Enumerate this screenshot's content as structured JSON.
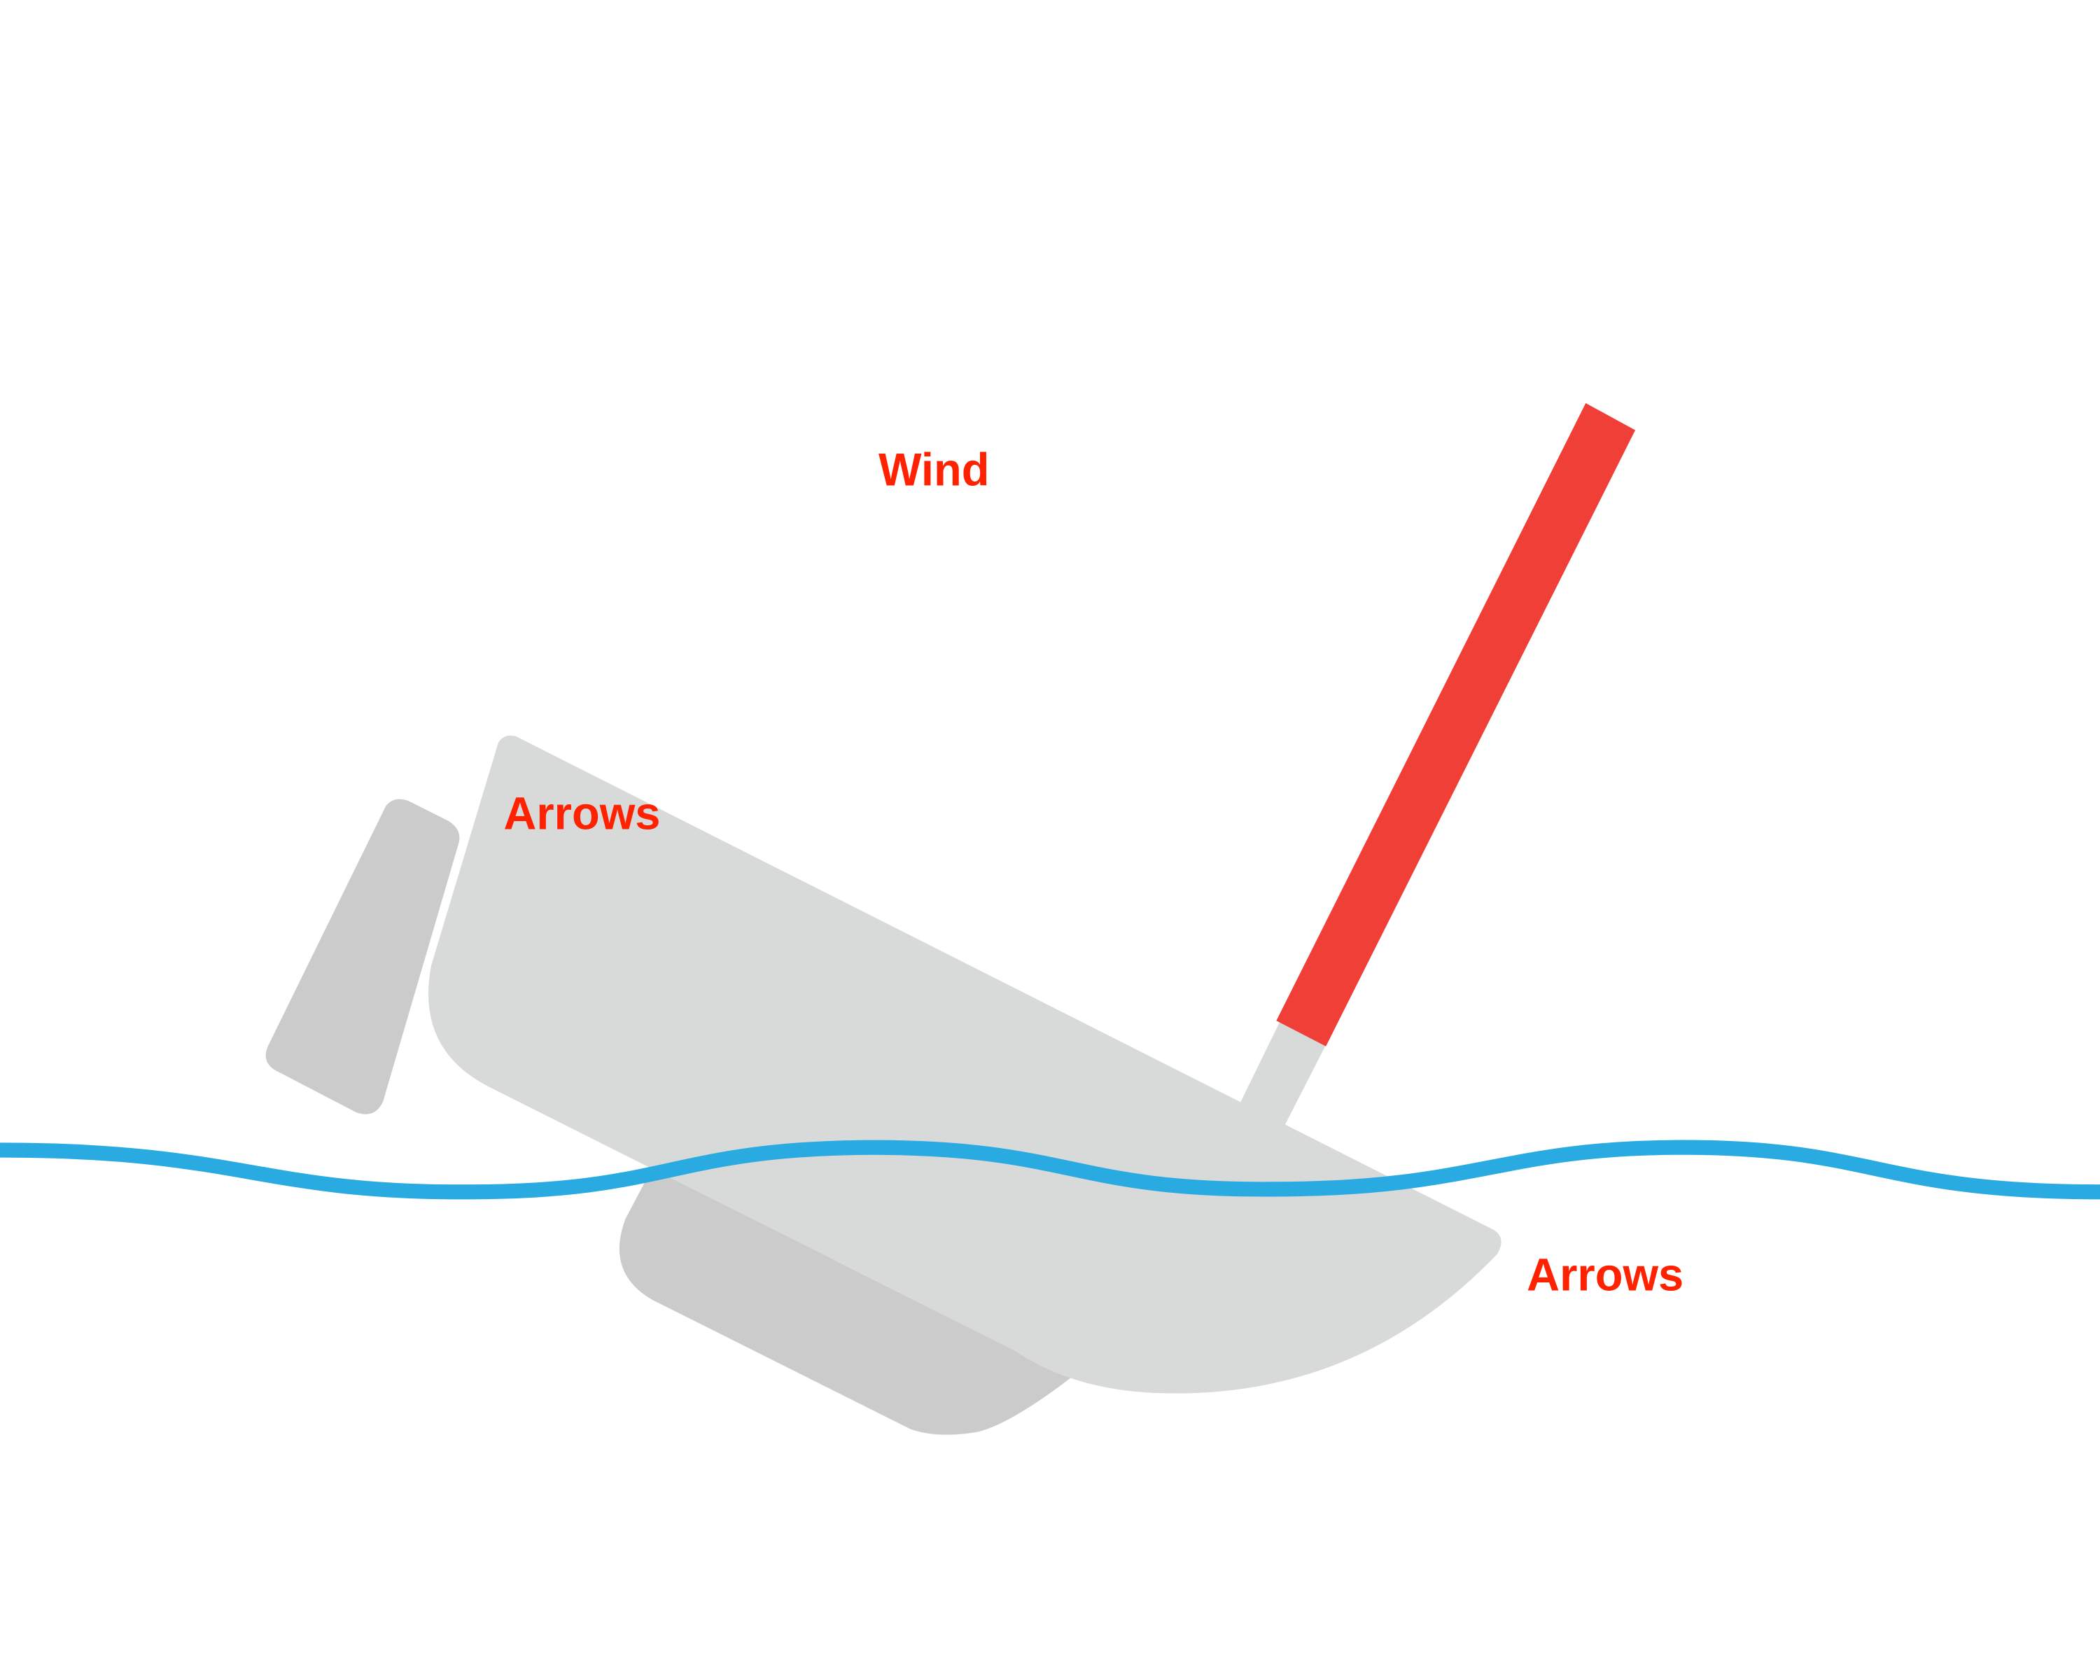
{
  "labels": {
    "wind": "Wind",
    "arrows_upper": "Arrows",
    "arrows_lower": "Arrows"
  },
  "colors": {
    "hull": "#d8d9d9",
    "keel": "#cbcbcb",
    "mast": "#d8d9d9",
    "flag": "#f03f36",
    "water": "#29abe2",
    "label": "#ff2200",
    "background": "#ffffff"
  }
}
